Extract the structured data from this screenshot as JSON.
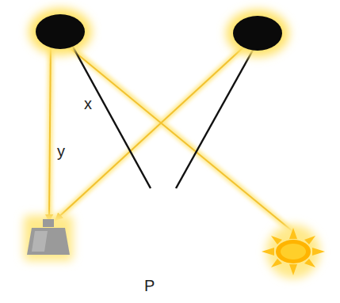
{
  "diagram": {
    "labels": [
      "x",
      "y",
      "P"
    ]
  }
}
